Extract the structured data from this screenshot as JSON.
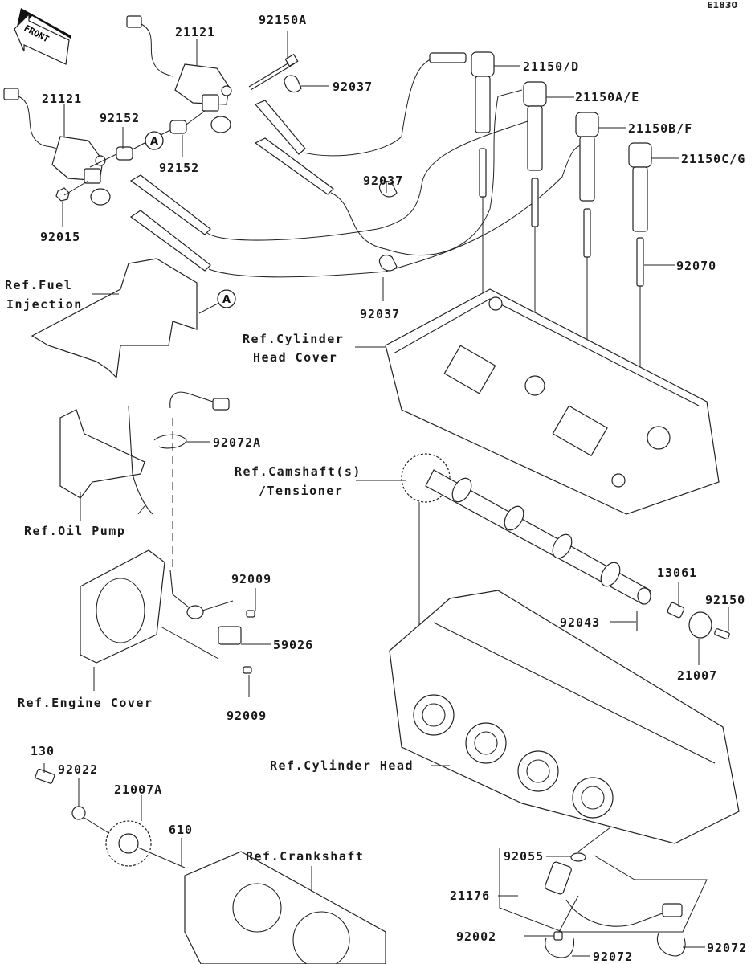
{
  "diagram": {
    "code": "E1830",
    "front_arrow": "FRONT",
    "callout_marker": "A",
    "part_labels": {
      "coil_upper": "21121",
      "coil_lower": "21121",
      "bolt_92150a": "92150A",
      "clamp_top": "92037",
      "collar_left": "92152",
      "collar_right": "92152",
      "nut_92015": "92015",
      "cap_d": "21150/D",
      "cap_ae": "21150A/E",
      "cap_bf": "21150B/F",
      "cap_cg": "21150C/G",
      "clamp_mid": "92037",
      "clamp_low": "92037",
      "spark_plug": "92070",
      "clamp_92072a": "92072A",
      "bolt_92009_top": "92009",
      "sensor_59026": "59026",
      "bolt_92009_bottom": "92009",
      "bolt_130": "130",
      "washer_92022": "92022",
      "rotor_21007a": "21007A",
      "pin_610": "610",
      "rotor_13061": "13061",
      "bolt_92150": "92150",
      "pin_92043": "92043",
      "rotor_21007": "21007",
      "oring_92055": "92055",
      "sensor_21176": "21176",
      "bolt_92002": "92002",
      "clamp_92072_left": "92072",
      "clamp_92072_right": "92072"
    },
    "references": {
      "fuel_injection_1": "Ref.Fuel",
      "fuel_injection_2": "Injection",
      "cyl_head_cover_1": "Ref.Cylinder",
      "cyl_head_cover_2": "Head Cover",
      "camshaft_1": "Ref.Camshaft(s)",
      "camshaft_2": "/Tensioner",
      "oil_pump": "Ref.Oil Pump",
      "engine_cover": "Ref.Engine Cover",
      "cylinder_head": "Ref.Cylinder Head",
      "crankshaft": "Ref.Crankshaft"
    }
  }
}
